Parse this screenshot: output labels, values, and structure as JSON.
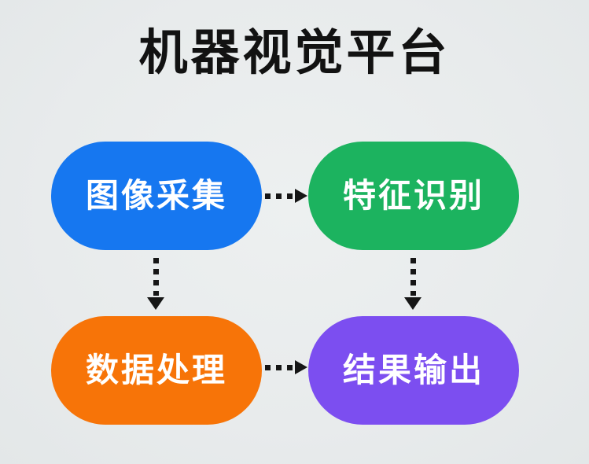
{
  "title": "机器视觉平台",
  "nodes": [
    {
      "id": "image-capture",
      "label": "图像采集",
      "color": "#1677f0"
    },
    {
      "id": "feature-recognition",
      "label": "特征识别",
      "color": "#1cb35f"
    },
    {
      "id": "data-processing",
      "label": "数据处理",
      "color": "#f77408"
    },
    {
      "id": "result-output",
      "label": "结果输出",
      "color": "#7c4ef0"
    }
  ],
  "edges": [
    {
      "from": "image-capture",
      "to": "feature-recognition",
      "style": "dotted-arrow",
      "direction": "right"
    },
    {
      "from": "image-capture",
      "to": "data-processing",
      "style": "dotted-arrow",
      "direction": "down"
    },
    {
      "from": "feature-recognition",
      "to": "result-output",
      "style": "dotted-arrow",
      "direction": "down"
    },
    {
      "from": "data-processing",
      "to": "result-output",
      "style": "dotted-arrow",
      "direction": "right"
    }
  ],
  "colors": {
    "background": "#e8ebec",
    "title_text": "#121212",
    "node_text": "#ffffff",
    "arrow": "#161616"
  }
}
